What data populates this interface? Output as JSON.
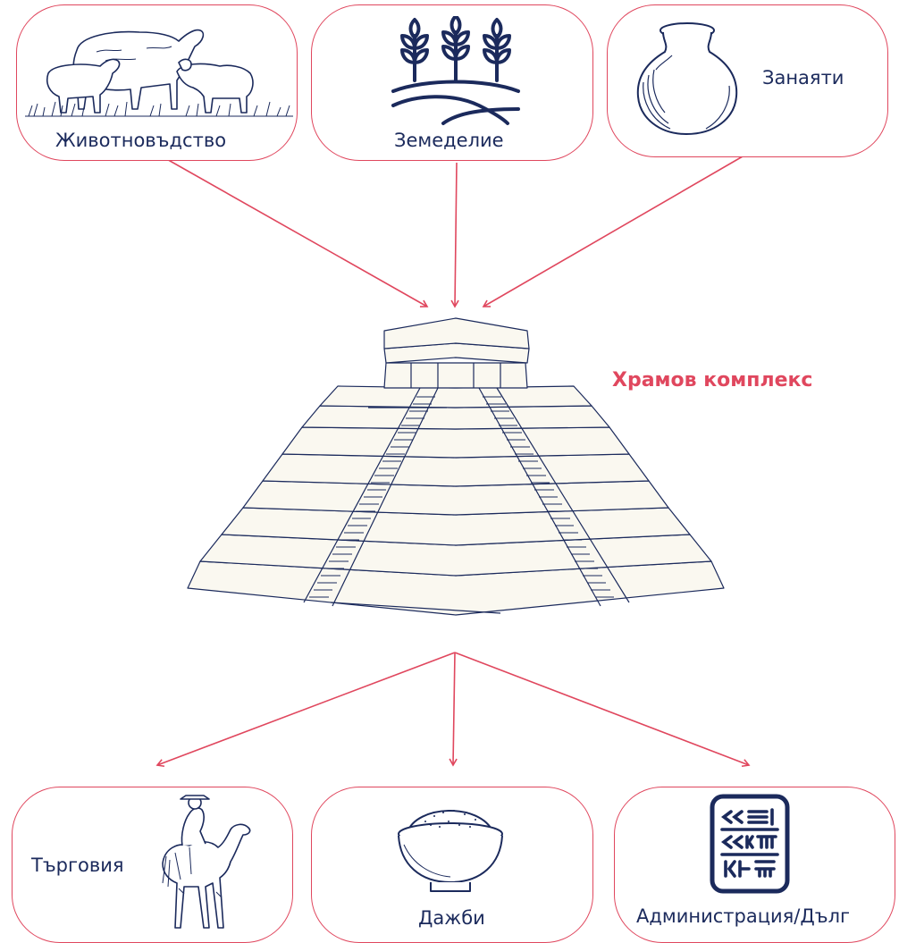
{
  "center": {
    "label": "Храмов комплекс"
  },
  "inputs": [
    {
      "label": "Животновъдство",
      "icon": "sheep-icon"
    },
    {
      "label": "Земеделие",
      "icon": "wheat-field-icon"
    },
    {
      "label": "Занаяти",
      "icon": "pottery-vase-icon"
    }
  ],
  "outputs": [
    {
      "label": "Търговия",
      "icon": "camel-rider-icon"
    },
    {
      "label": "Дажби",
      "icon": "grain-bowl-icon"
    },
    {
      "label": "Администрация/Дълг",
      "icon": "cuneiform-tablet-icon"
    }
  ],
  "colors": {
    "accent": "#e0475e",
    "ink": "#1b2a5c",
    "stone": "#faf8f0"
  }
}
